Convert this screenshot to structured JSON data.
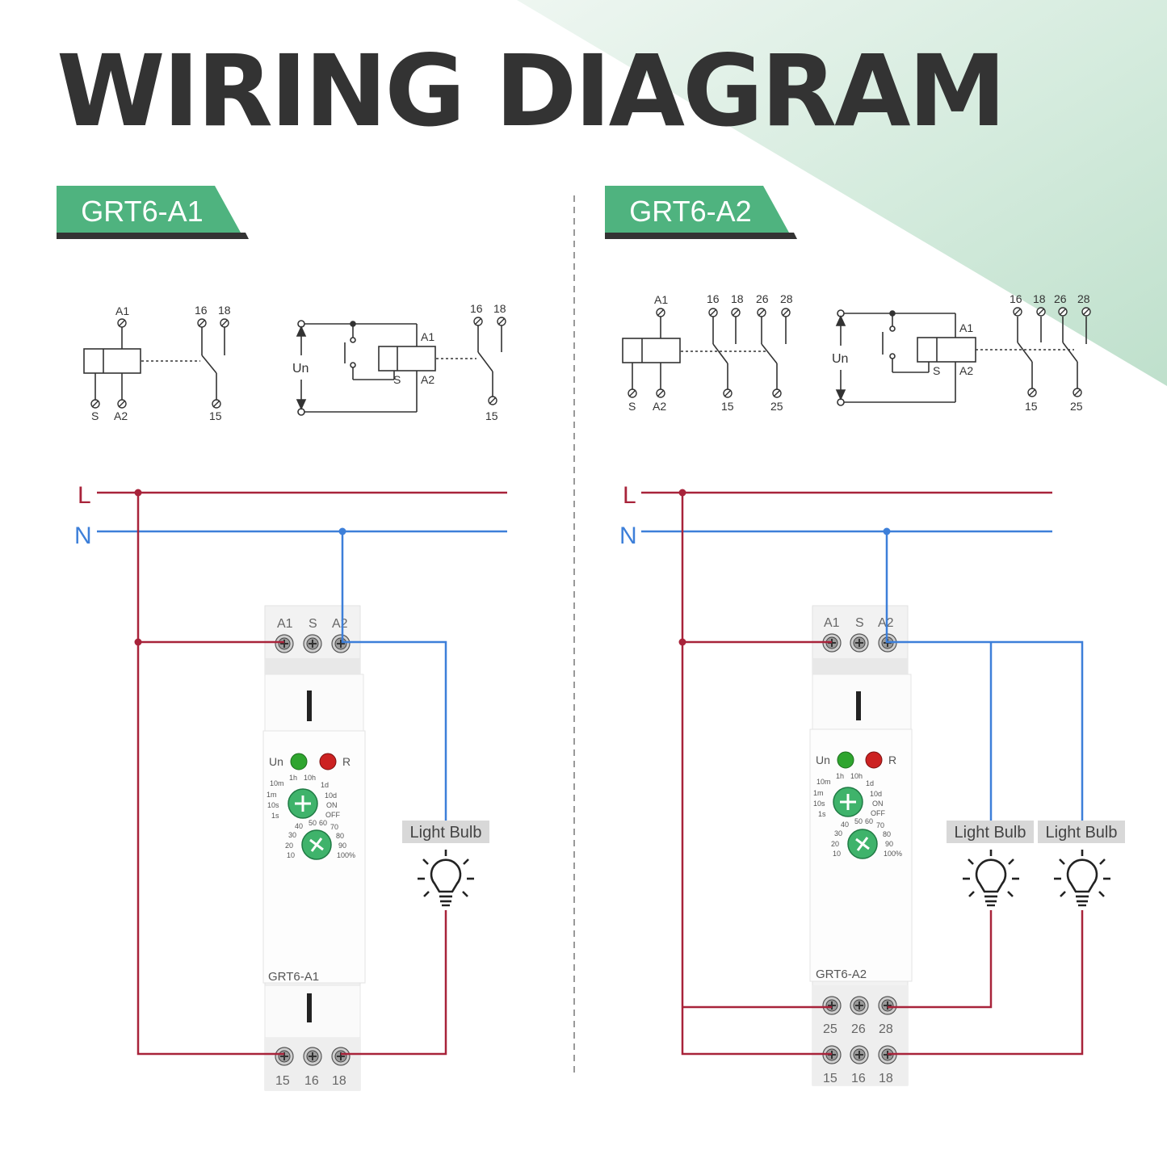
{
  "title": "WIRING DIAGRAM",
  "colors": {
    "accent_green": "#4fb37f",
    "line_live": "#a8233a",
    "line_neutral": "#3d7fd9",
    "background_triangle": "#c5e3d3",
    "title_text": "#333333"
  },
  "wire_labels": {
    "live": "L",
    "neutral": "N"
  },
  "panels": [
    {
      "model": "GRT6-A1",
      "schematic_symbol": {
        "coil_terminals": [
          "A1",
          "S",
          "A2"
        ],
        "contacts": [
          "16",
          "18",
          "15"
        ]
      },
      "schematic_circuit": {
        "supply": "Un",
        "terminals": [
          "A1",
          "S",
          "A2",
          "16",
          "18",
          "15"
        ]
      },
      "device": {
        "model_label": "GRT6-A1",
        "top_terminals": [
          "A1",
          "S",
          "A2"
        ],
        "bottom_terminals": [
          "15",
          "16",
          "18"
        ],
        "indicators": [
          "Un",
          "R"
        ],
        "time_dial": [
          "1h",
          "10h",
          "10m",
          "1d",
          "1m",
          "10d",
          "10s",
          "ON",
          "1s",
          "OFF"
        ],
        "percent_dial": [
          "40",
          "50",
          "60",
          "70",
          "30",
          "80",
          "20",
          "90",
          "10",
          "100%"
        ]
      },
      "loads": [
        "Light Bulb"
      ]
    },
    {
      "model": "GRT6-A2",
      "schematic_symbol": {
        "coil_terminals": [
          "A1",
          "S",
          "A2"
        ],
        "contacts": [
          "16",
          "18",
          "26",
          "28",
          "15",
          "25"
        ]
      },
      "schematic_circuit": {
        "supply": "Un",
        "terminals": [
          "A1",
          "S",
          "A2",
          "16",
          "18",
          "26",
          "28",
          "15",
          "25"
        ]
      },
      "device": {
        "model_label": "GRT6-A2",
        "top_terminals": [
          "A1",
          "S",
          "A2"
        ],
        "mid_terminals": [
          "25",
          "26",
          "28"
        ],
        "bottom_terminals": [
          "15",
          "16",
          "18"
        ],
        "indicators": [
          "Un",
          "R"
        ],
        "time_dial": [
          "1h",
          "10h",
          "10m",
          "1d",
          "1m",
          "10d",
          "10s",
          "ON",
          "1s",
          "OFF"
        ],
        "percent_dial": [
          "40",
          "50",
          "60",
          "70",
          "30",
          "80",
          "20",
          "90",
          "10",
          "100%"
        ]
      },
      "loads": [
        "Light Bulb",
        "Light Bulb"
      ]
    }
  ]
}
